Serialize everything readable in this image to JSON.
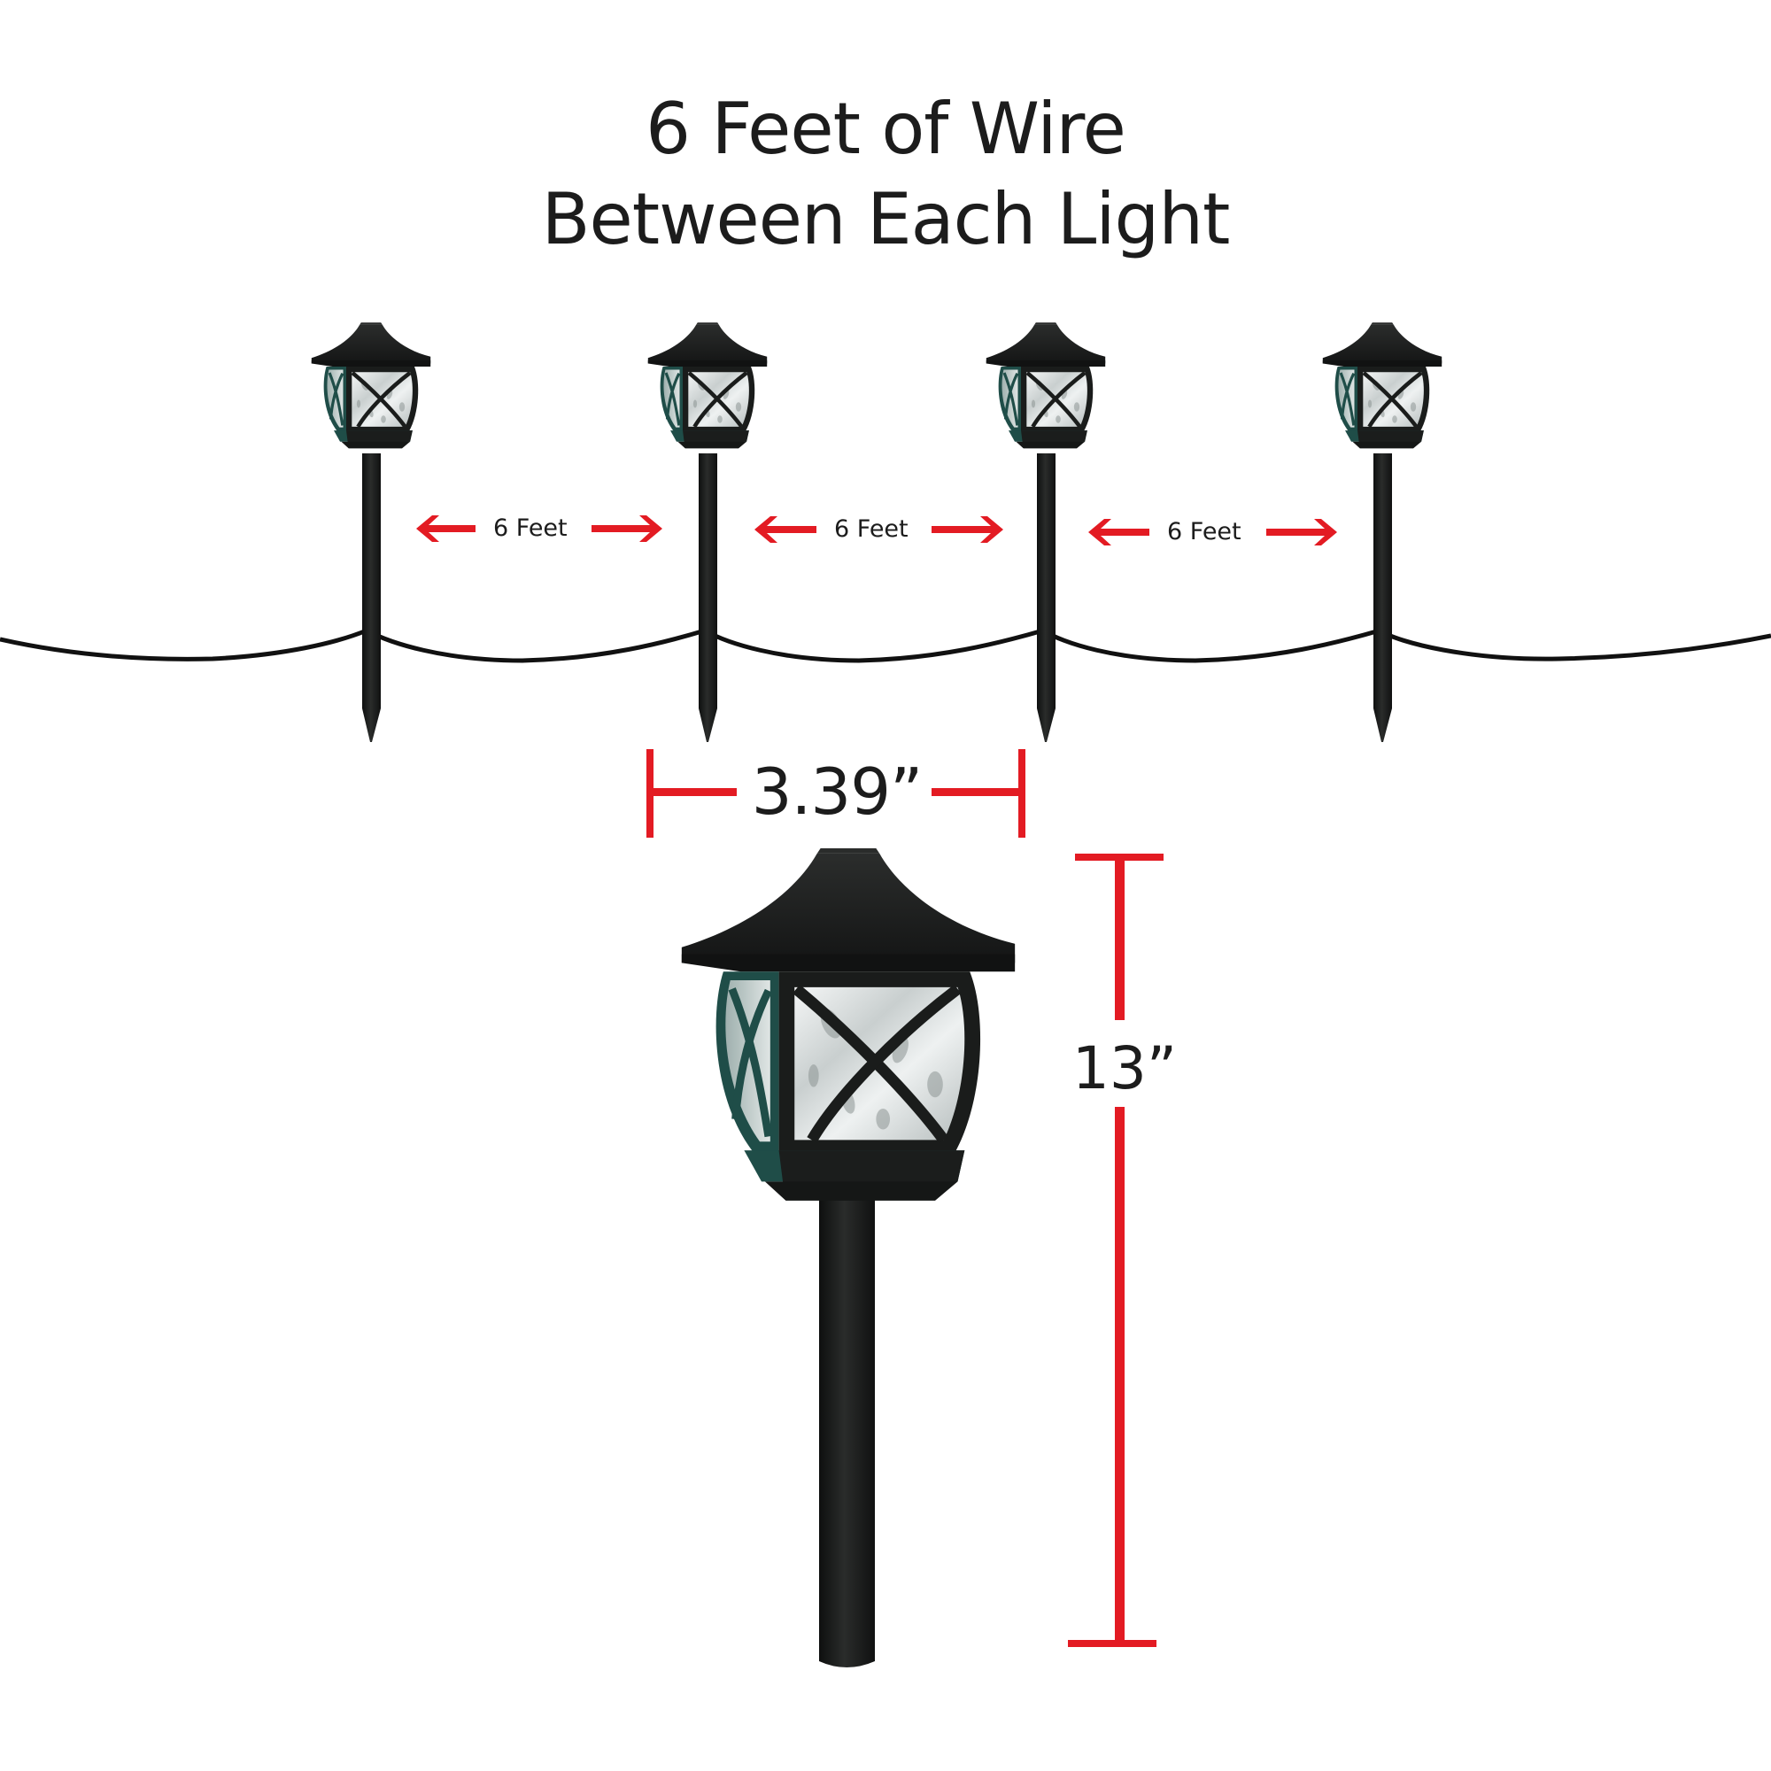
{
  "title": {
    "line1": "6 Feet of Wire",
    "line2": "Between  Each Light"
  },
  "spacing_labels": [
    {
      "text": "6 Feet",
      "from_light": 1,
      "to_light": 2
    },
    {
      "text": "6 Feet",
      "from_light": 2,
      "to_light": 3
    },
    {
      "text": "6 Feet",
      "from_light": 3,
      "to_light": 4
    }
  ],
  "lights": {
    "count": 4,
    "style": "lantern pathway light with stake"
  },
  "dimensions": {
    "width_label": "3.39”",
    "height_label": "13”"
  },
  "colors": {
    "accent_red": "#e31b23",
    "lamp_black": "#1d1f1e",
    "lamp_trim_teal": "#1f4d48",
    "text": "#1c1c1c",
    "background": "#ffffff"
  }
}
